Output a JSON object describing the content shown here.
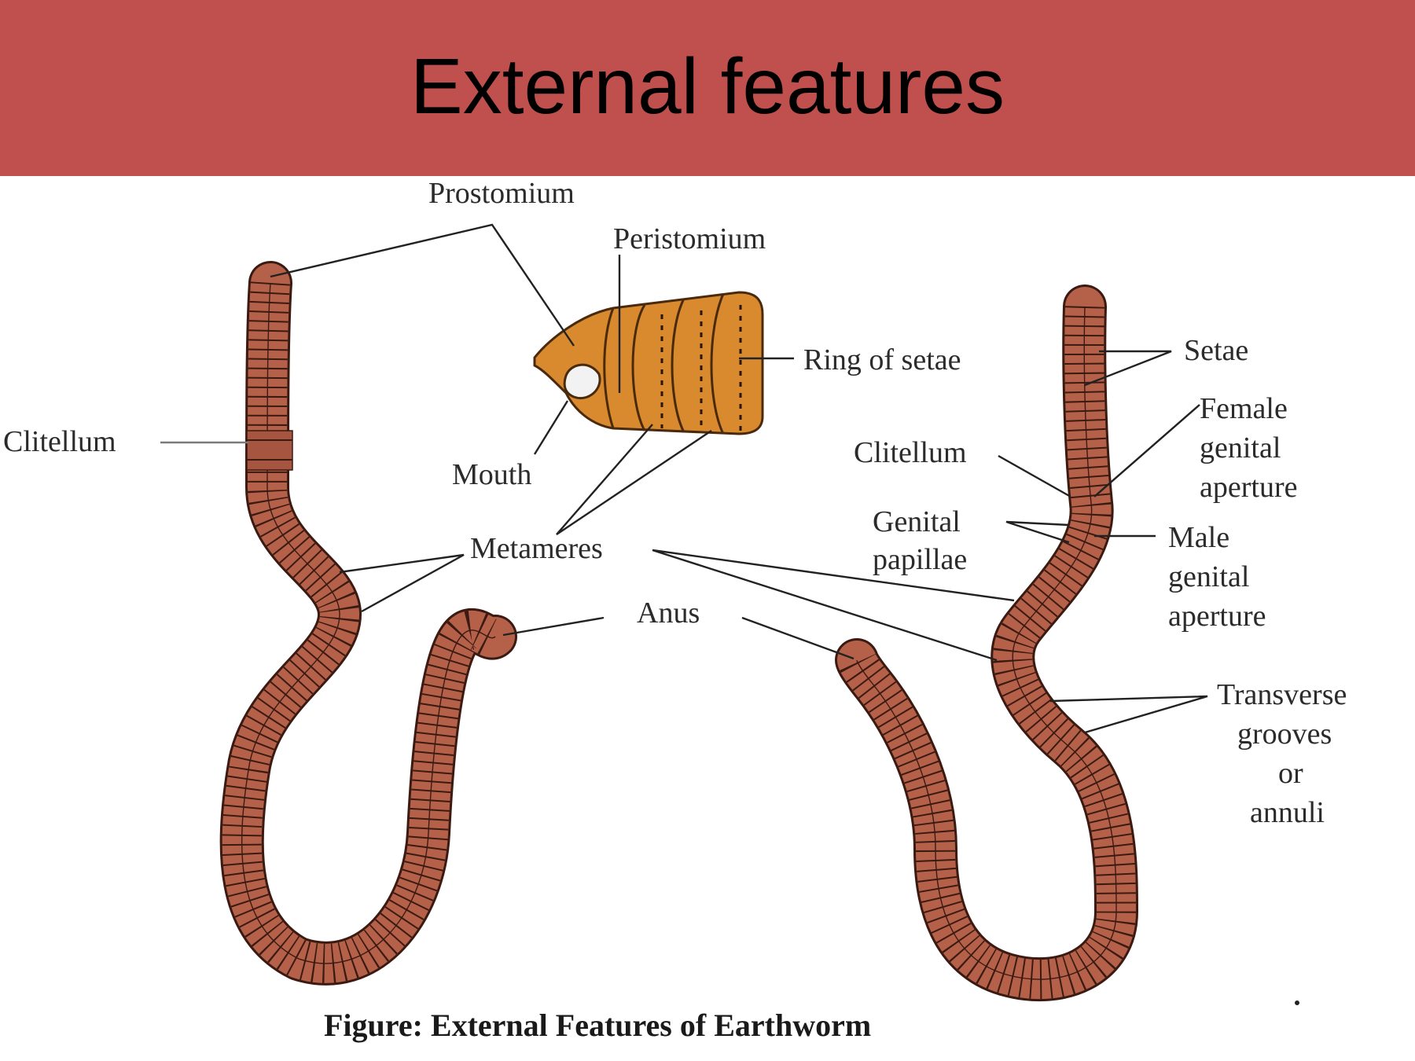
{
  "slide": {
    "title": "External features",
    "header_color": "#c0504d"
  },
  "figure": {
    "caption": "Figure: External Features of Earthworm",
    "worm_color": "#b5614a",
    "segment_line_color": "#3b1a12",
    "head_color": "#d98a2e",
    "labels": {
      "prostomium": "Prostomium",
      "peristomium": "Peristomium",
      "ring_of_setae": "Ring of setae",
      "mouth": "Mouth",
      "clitellum_left": "Clitellum",
      "metameres": "Metameres",
      "anus": "Anus",
      "setae": "Setae",
      "female_genital_aperture": [
        "Female",
        "genital",
        "aperture"
      ],
      "clitellum_right": "Clitellum",
      "genital_papillae": [
        "Genital",
        "papillae"
      ],
      "male_genital_aperture": [
        "Male",
        "genital",
        "aperture"
      ],
      "transverse_grooves": [
        "Transverse",
        "grooves",
        "or",
        "annuli"
      ]
    }
  }
}
